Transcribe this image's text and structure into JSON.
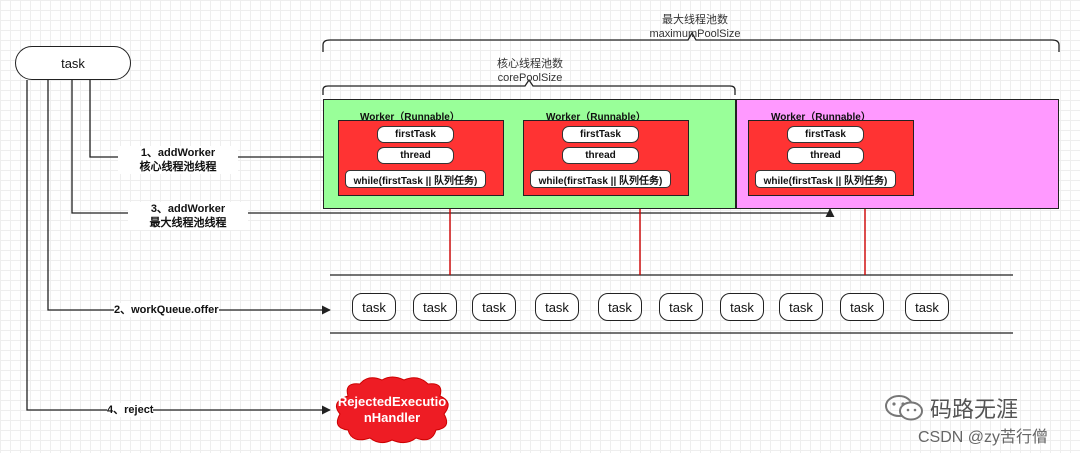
{
  "task_node": {
    "label": "task"
  },
  "max_pool": {
    "title": "最大线程池数",
    "subtitle": "maximumPoolSize"
  },
  "core_pool": {
    "title": "核心线程池数",
    "subtitle": "corePoolSize"
  },
  "workers": [
    {
      "title": "Worker（Runnable）",
      "first_task": "firstTask",
      "thread": "thread",
      "loop": "while(firstTask || 队列任务)"
    },
    {
      "title": "Worker（Runnable）",
      "first_task": "firstTask",
      "thread": "thread",
      "loop": "while(firstTask || 队列任务)"
    },
    {
      "title": "Worker（Runnable）",
      "first_task": "firstTask",
      "thread": "thread",
      "loop": "while(firstTask || 队列任务)"
    }
  ],
  "steps": {
    "step1_line1": "1、addWorker",
    "step1_line2": "核心线程池线程",
    "step2": "2、workQueue.offer",
    "step3_line1": "3、addWorker",
    "step3_line2": "最大线程池线程",
    "step4": "4、reject"
  },
  "queue_tasks": [
    "task",
    "task",
    "task",
    "task",
    "task",
    "task",
    "task",
    "task",
    "task",
    "task"
  ],
  "rejected_handler": {
    "label": "RejectedExecutionHandler"
  },
  "watermark": {
    "brand": "码路无涯",
    "credit": "CSDN @zy苦行僧"
  },
  "colors": {
    "core_pool_bg": "#99ff99",
    "max_pool_bg": "#ff99ff",
    "worker_bg": "#ff3333",
    "handler_bg": "#ee1c24",
    "arrow_red": "#cc0000"
  }
}
